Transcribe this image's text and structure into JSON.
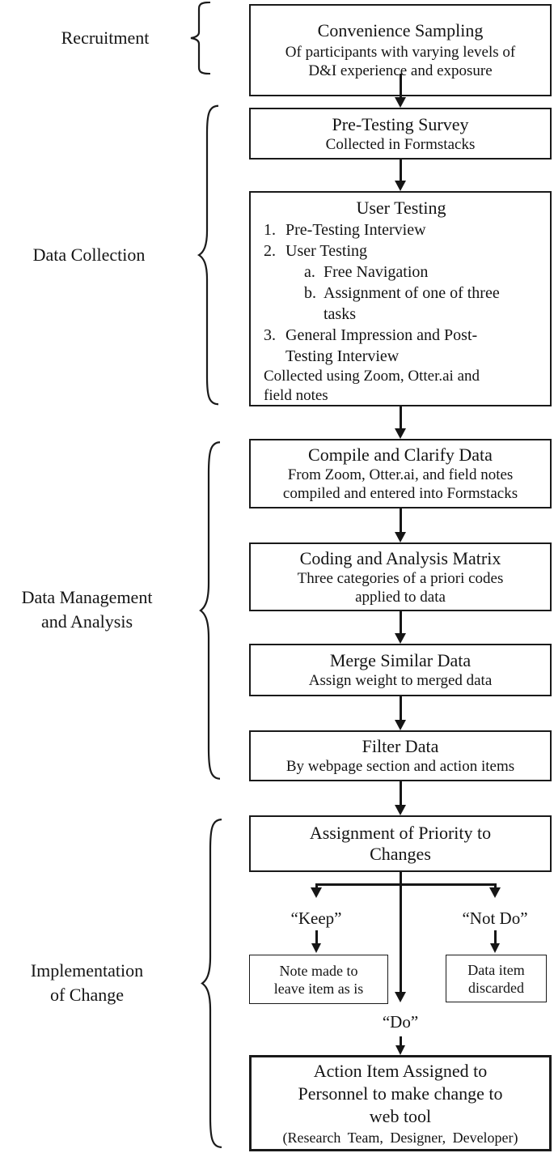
{
  "figure": {
    "background": "#ffffff",
    "ink": "#161616",
    "border_color": "#1a1a1a"
  },
  "stages": [
    {
      "label": "Recruitment"
    },
    {
      "label": "Data Collection"
    },
    {
      "label": "Data Management\nand Analysis"
    },
    {
      "label": "Implementation\nof Change"
    }
  ],
  "boxes": {
    "convenience_sampling": {
      "title": "Convenience Sampling",
      "subtitle": "Of participants with varying levels of\nD&I experience and exposure"
    },
    "pre_testing_survey": {
      "title": "Pre-Testing Survey",
      "subtitle": "Collected in Formstacks"
    },
    "user_testing": {
      "title": "User Testing",
      "items": [
        {
          "marker": "1.",
          "text": "Pre-Testing Interview"
        },
        {
          "marker": "2.",
          "text": "User Testing"
        },
        {
          "marker": "a.",
          "text": "Free Navigation"
        },
        {
          "marker": "b.",
          "text": "Assignment of one of three\ntasks"
        },
        {
          "marker": "3.",
          "text": "General Impression and Post-\nTesting Interview"
        }
      ],
      "footer": "Collected using Zoom, Otter.ai and\nfield notes"
    },
    "compile_clarify": {
      "title": "Compile and Clarify Data",
      "subtitle": "From Zoom, Otter.ai, and field notes\ncompiled and entered into Formstacks"
    },
    "coding_matrix": {
      "title": "Coding and Analysis Matrix",
      "subtitle": "Three categories of a priori codes\napplied to data"
    },
    "merge_similar": {
      "title": "Merge Similar Data",
      "subtitle": "Assign weight to merged data"
    },
    "filter_data": {
      "title": "Filter Data",
      "subtitle": "By webpage section and action items"
    },
    "assign_priority": {
      "title": "Assignment of Priority to\nChanges"
    },
    "keep_outcome": {
      "text": "Note made to\nleave item as is"
    },
    "not_do_outcome": {
      "text": "Data item\ndiscarded"
    },
    "action_item": {
      "title": "Action Item Assigned to\nPersonnel to make change to\nweb tool",
      "subtitle": "(Research Team, Designer, Developer)"
    }
  },
  "branch_labels": {
    "keep": "“Keep”",
    "not_do": "“Not Do”",
    "do": "“Do”"
  }
}
